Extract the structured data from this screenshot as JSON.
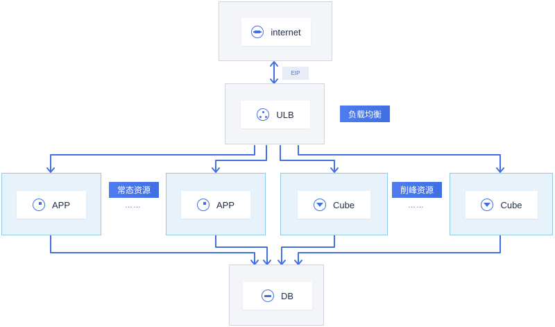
{
  "nodes": {
    "internet": {
      "label": "internet",
      "icon": "globe-icon"
    },
    "ulb": {
      "label": "ULB",
      "icon": "load-balancer-icon"
    },
    "app1": {
      "label": "APP",
      "icon": "app-icon"
    },
    "app2": {
      "label": "APP",
      "icon": "app-icon"
    },
    "cube1": {
      "label": "Cube",
      "icon": "cube-icon"
    },
    "cube2": {
      "label": "Cube",
      "icon": "cube-icon"
    },
    "db": {
      "label": "DB",
      "icon": "database-icon"
    }
  },
  "edge_labels": {
    "eip": "EIP"
  },
  "tags": {
    "load_balance": "负载均衡",
    "regular_resource": "常态资源",
    "peak_resource": "削峰资源"
  },
  "ellipsis": {
    "left": "……",
    "right": "……"
  },
  "colors": {
    "accent": "#3f6fe0",
    "service_border": "#8ec9ea",
    "service_bg": "#e8f2fb",
    "neutral_bg": "#f3f5f9"
  }
}
